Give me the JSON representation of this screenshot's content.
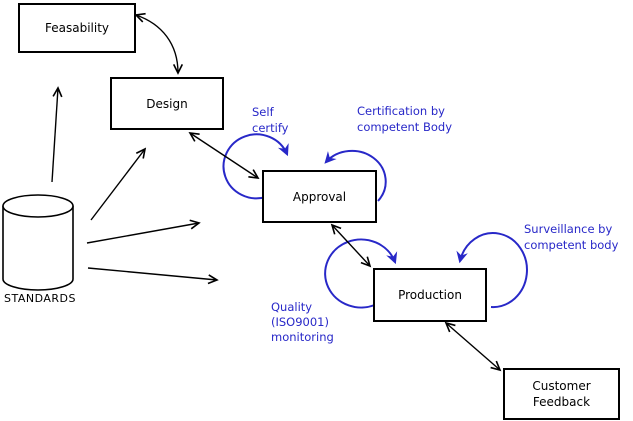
{
  "diagram": {
    "nodes": {
      "feasability": {
        "label": "Feasability"
      },
      "design": {
        "label": "Design"
      },
      "approval": {
        "label": "Approval"
      },
      "production": {
        "label": "Production"
      },
      "customer_feedback": {
        "lines": [
          "Customer",
          "Feedback"
        ]
      },
      "standards": {
        "label": "STANDARDS",
        "shape": "cylinder"
      }
    },
    "annotations": {
      "self_certify": {
        "lines": [
          "Self",
          "certify"
        ]
      },
      "certification": {
        "lines": [
          "Certification by",
          "competent Body"
        ]
      },
      "surveillance": {
        "lines": [
          "Surveillance by",
          "competent body"
        ]
      },
      "quality_monitoring": {
        "lines": [
          "Quality",
          "(ISO9001)",
          "monitoring"
        ]
      }
    },
    "edges": [
      {
        "from": "feasability",
        "to": "design",
        "style": "double-arrow-curved"
      },
      {
        "from": "design",
        "to": "approval",
        "style": "double-arrow"
      },
      {
        "from": "approval",
        "to": "production",
        "style": "double-arrow"
      },
      {
        "from": "production",
        "to": "customer_feedback",
        "style": "double-arrow"
      },
      {
        "from": "standards",
        "to": "feasability",
        "style": "arrow"
      },
      {
        "from": "standards",
        "to": "design",
        "style": "arrow"
      },
      {
        "from": "standards",
        "to": "approval",
        "style": "arrow"
      },
      {
        "from": "standards",
        "to": "production",
        "style": "arrow"
      },
      {
        "from": "approval",
        "to": "approval",
        "style": "self-loop-left",
        "label": "Self certify"
      },
      {
        "from": "approval",
        "to": "approval",
        "style": "self-loop-right",
        "label": "Certification by competent Body"
      },
      {
        "from": "production",
        "to": "production",
        "style": "self-loop-left",
        "label": "Quality (ISO9001) monitoring"
      },
      {
        "from": "production",
        "to": "production",
        "style": "self-loop-right",
        "label": "Surveillance by competent body"
      }
    ],
    "colors": {
      "line": "#000000",
      "annotation_blue": "#2828c8",
      "background": "#ffffff"
    }
  }
}
